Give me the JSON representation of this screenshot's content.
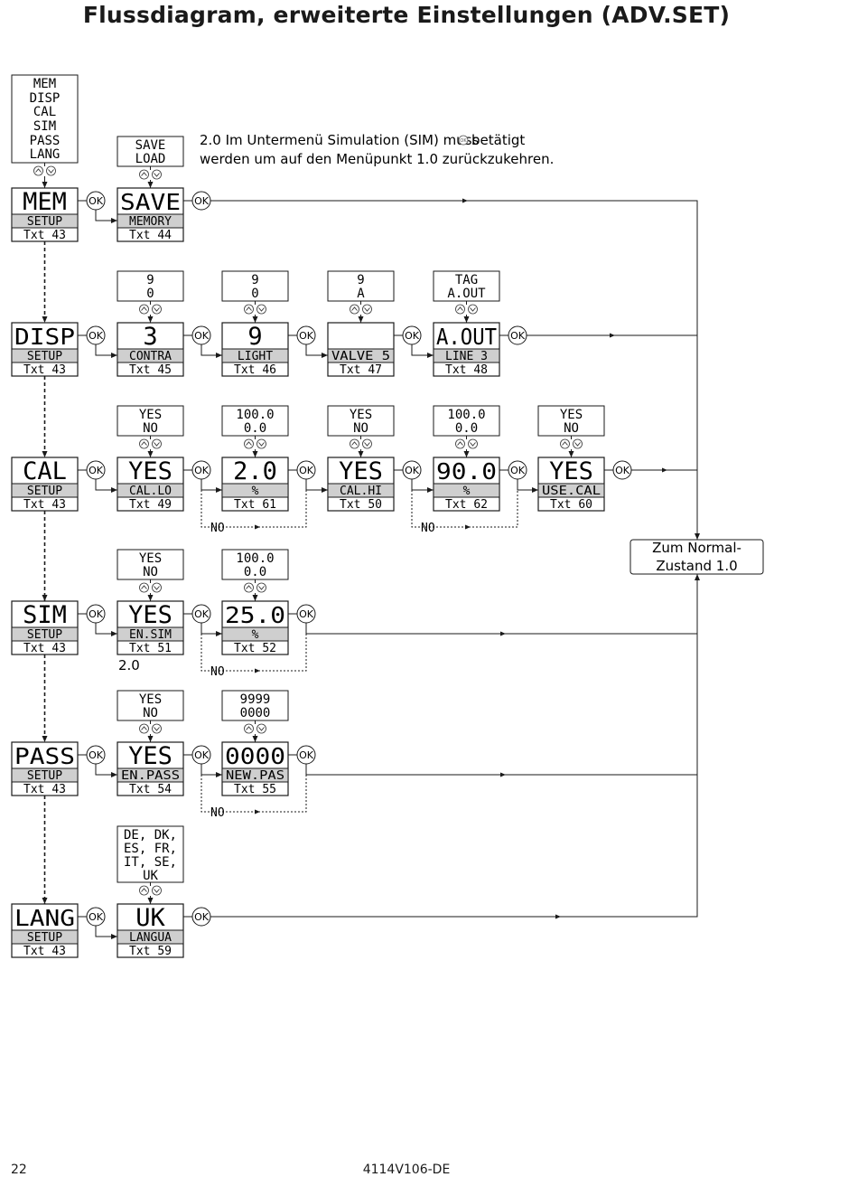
{
  "title": "Flussdiagram, erweiterte Einstellungen (ADV.SET)",
  "note_line1": "2.0 Im Untermenü Simulation (SIM) muss",
  "note_line1_tail": "betätigt",
  "note_line2": "werden um auf den Menüpunkt 1.0 zurückzukehren.",
  "ok_label": "OK",
  "no_label": "NO",
  "menu_list": [
    "MEM",
    "DISP",
    "CAL",
    "SIM",
    "PASS",
    "LANG"
  ],
  "normal_state_box": [
    "Zum Normal-",
    "Zustand 1.0"
  ],
  "sim_ref_label": "2.0",
  "page_number": "22",
  "document_id": "4114V106-DE",
  "nodes": {
    "mem": {
      "main": "MEM",
      "sub": "SETUP",
      "txt": "Txt 43"
    },
    "disp": {
      "main": "DISP",
      "sub": "SETUP",
      "txt": "Txt 43"
    },
    "cal": {
      "main": "CAL",
      "sub": "SETUP",
      "txt": "Txt 43"
    },
    "sim": {
      "main": "SIM",
      "sub": "SETUP",
      "txt": "Txt 43"
    },
    "pass": {
      "main": "PASS",
      "sub": "SETUP",
      "txt": "Txt 43"
    },
    "lang": {
      "main": "LANG",
      "sub": "SETUP",
      "txt": "Txt 43"
    },
    "save": {
      "main": "SAVE",
      "sub": "MEMORY",
      "txt": "Txt 44",
      "options": [
        "SAVE",
        "LOAD"
      ]
    },
    "contra": {
      "main": "3",
      "sub": "CONTRA",
      "txt": "Txt 45",
      "options": [
        "9",
        "0"
      ]
    },
    "light": {
      "main": "9",
      "sub": "LIGHT",
      "txt": "Txt 46",
      "options": [
        "9",
        "0"
      ]
    },
    "valve": {
      "main": "",
      "sub": "VALVE 5",
      "txt": "Txt 47",
      "options": [
        "9",
        "A"
      ]
    },
    "aout": {
      "main": "A.OUT",
      "sub": "LINE 3",
      "txt": "Txt 48",
      "options": [
        "TAG",
        "A.OUT"
      ]
    },
    "callo": {
      "main": "YES",
      "sub": "CAL.LO",
      "txt": "Txt 49",
      "options": [
        "YES",
        "NO"
      ]
    },
    "lo_val": {
      "main": "2.0",
      "sub": "%",
      "txt": "Txt 61",
      "options": [
        "100.0",
        "0.0"
      ]
    },
    "calhi": {
      "main": "YES",
      "sub": "CAL.HI",
      "txt": "Txt 50",
      "options": [
        "YES",
        "NO"
      ]
    },
    "hi_val": {
      "main": "90.0",
      "sub": "%",
      "txt": "Txt 62",
      "options": [
        "100.0",
        "0.0"
      ]
    },
    "usecal": {
      "main": "YES",
      "sub": "USE.CAL",
      "txt": "Txt 60",
      "options": [
        "YES",
        "NO"
      ]
    },
    "ensim": {
      "main": "YES",
      "sub": "EN.SIM",
      "txt": "Txt 51",
      "options": [
        "YES",
        "NO"
      ]
    },
    "simval": {
      "main": "25.0",
      "sub": "%",
      "txt": "Txt 52",
      "options": [
        "100.0",
        "0.0"
      ]
    },
    "enpass": {
      "main": "YES",
      "sub": "EN.PASS",
      "txt": "Txt 54",
      "options": [
        "YES",
        "NO"
      ]
    },
    "newpas": {
      "main": "0000",
      "sub": "NEW.PAS",
      "txt": "Txt 55",
      "options": [
        "9999",
        "0000"
      ]
    },
    "langua": {
      "main": "UK",
      "sub": "LANGUA",
      "txt": "Txt 59",
      "options": [
        "DE, DK,",
        "ES, FR,",
        "IT, SE,",
        "UK"
      ]
    }
  }
}
